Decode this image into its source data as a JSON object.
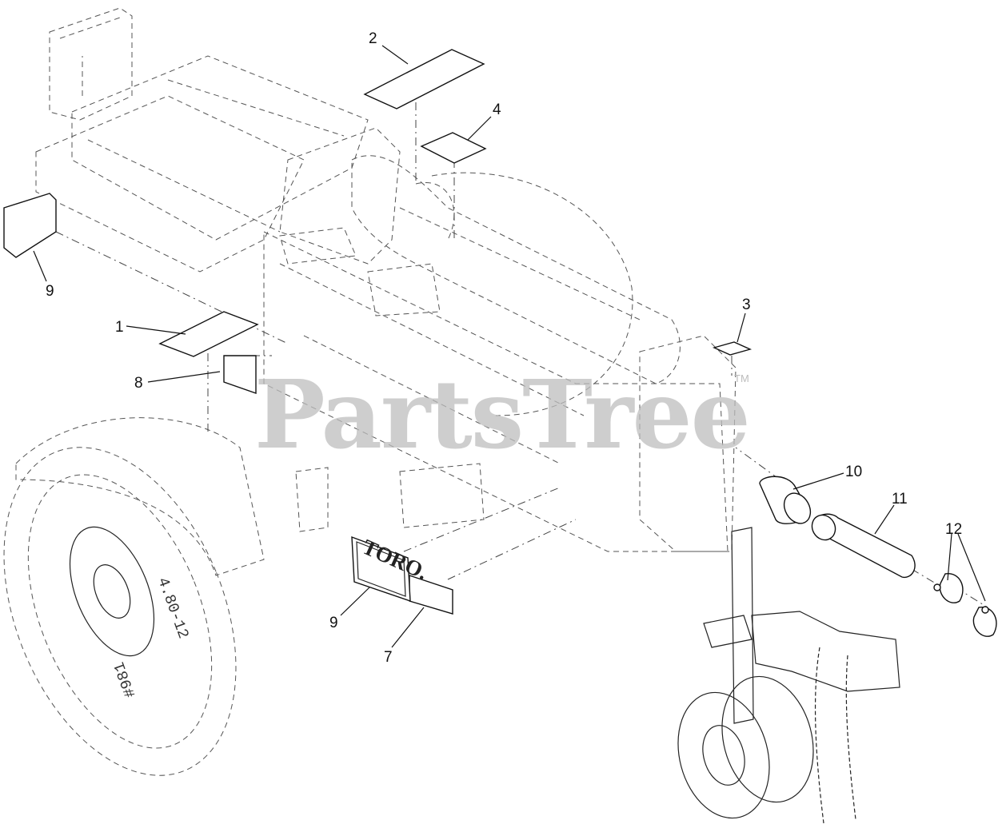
{
  "diagram": {
    "watermark": "PartsTree",
    "watermark_tm": "TM",
    "brand_plate_text": "TORO.",
    "tire_size_text": "4.80-12",
    "tire_mark_text": "#981",
    "callouts": [
      {
        "id": "c1",
        "label": "1"
      },
      {
        "id": "c2",
        "label": "2"
      },
      {
        "id": "c3",
        "label": "3"
      },
      {
        "id": "c4",
        "label": "4"
      },
      {
        "id": "c7",
        "label": "7"
      },
      {
        "id": "c8",
        "label": "8"
      },
      {
        "id": "c9a",
        "label": "9"
      },
      {
        "id": "c9b",
        "label": "9"
      },
      {
        "id": "c10",
        "label": "10"
      },
      {
        "id": "c11",
        "label": "11"
      },
      {
        "id": "c12",
        "label": "12"
      }
    ]
  }
}
